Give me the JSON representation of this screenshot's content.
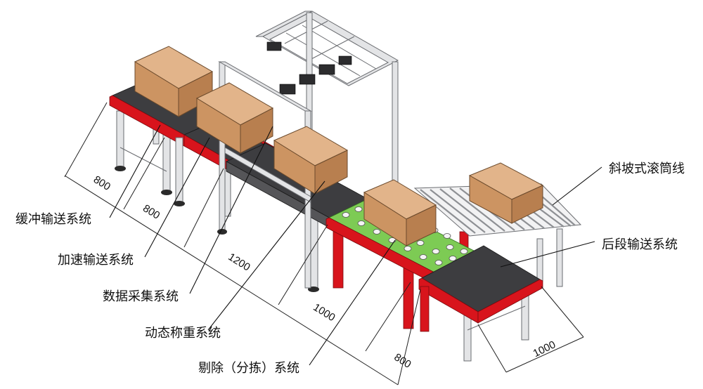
{
  "labels": {
    "buffer": "缓冲输送系统",
    "accel": "加速输送系统",
    "data_acq": "数据采集系统",
    "weigh": "动态称重系统",
    "reject": "剔除（分拣）系统",
    "ramp": "斜坡式滚筒线",
    "rear": "后段输送系统"
  },
  "dimensions": {
    "d1": "800",
    "d2": "800",
    "d3": "1200",
    "d4": "1000",
    "d5": "800",
    "d6": "1000"
  }
}
